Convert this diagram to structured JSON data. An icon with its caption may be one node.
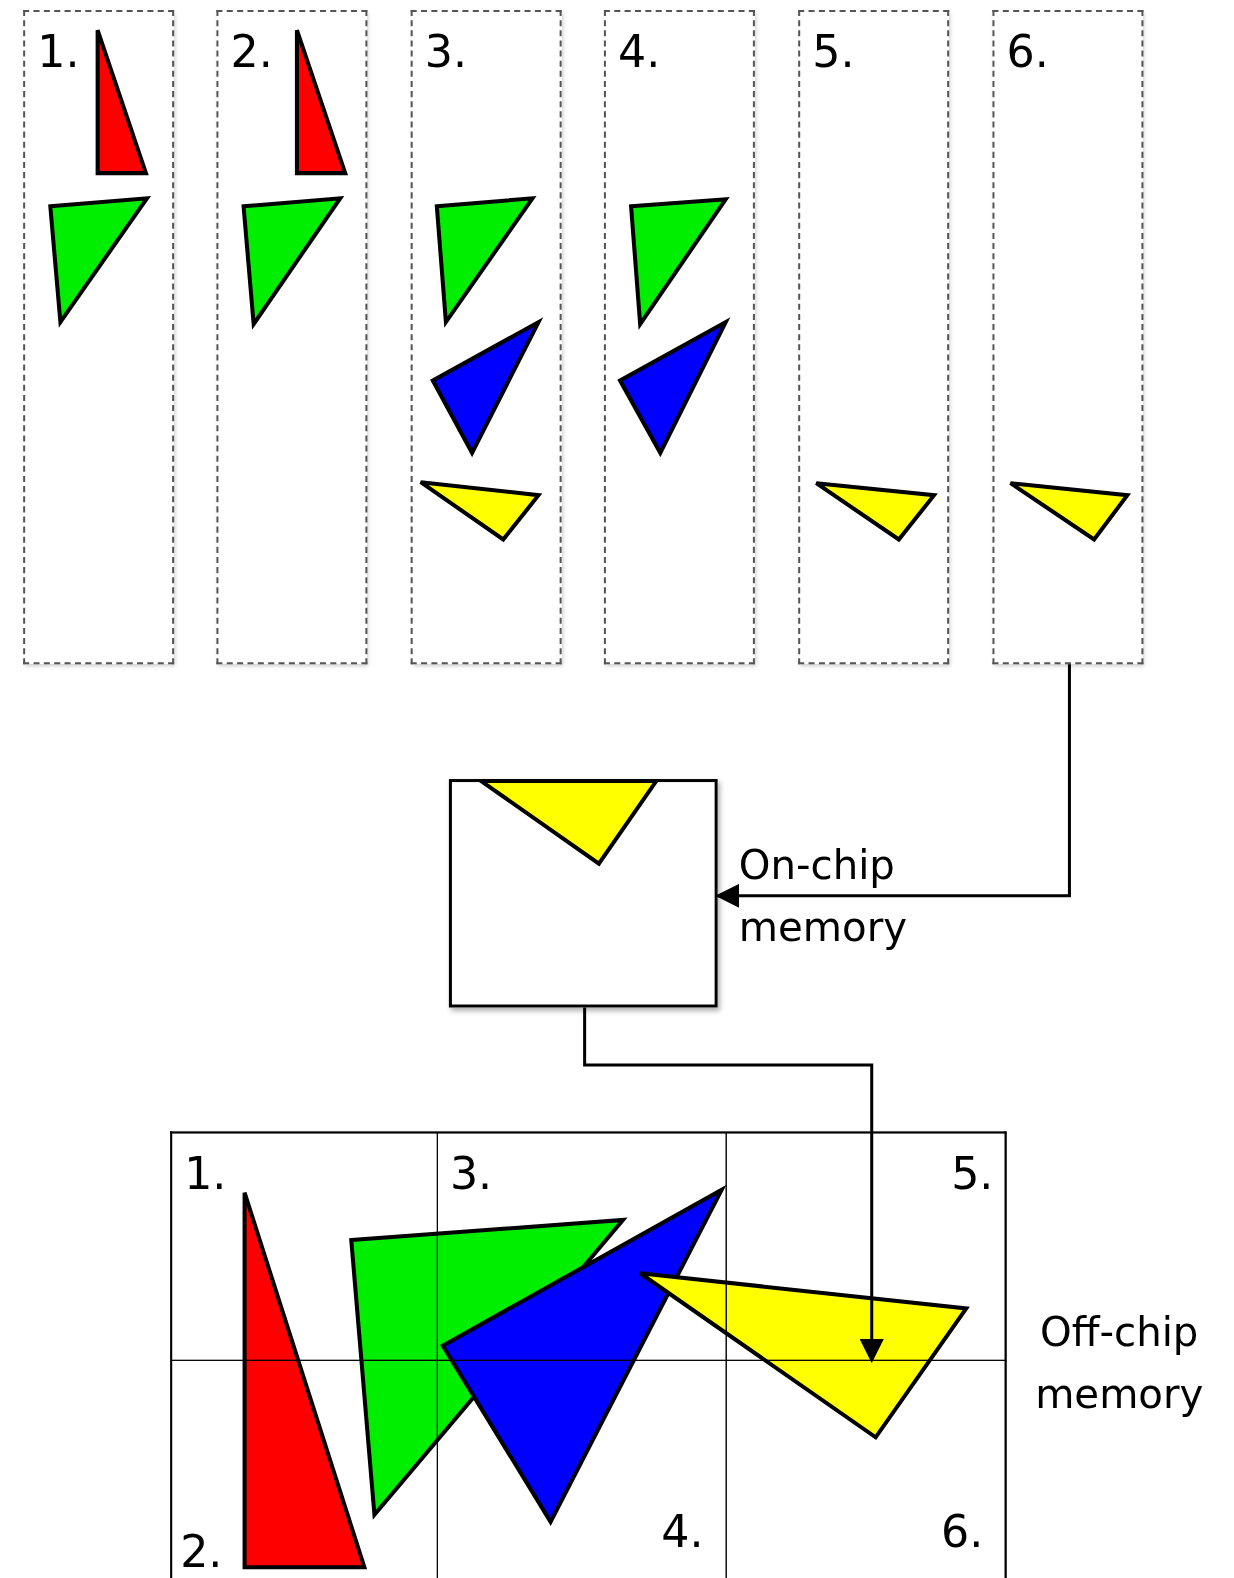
{
  "diagram": {
    "nodes": [
      {
        "text": [
          "1."
        ]
      },
      {
        "text": [
          "2."
        ]
      },
      {
        "text": [
          "3."
        ]
      },
      {
        "text": [
          "4."
        ]
      },
      {
        "text": [
          "5."
        ]
      },
      {
        "text": [
          "6."
        ]
      },
      {
        "text": [],
        "shape": "box",
        "beside": [
          "On-chip memory"
        ]
      },
      {
        "text": [],
        "shape": "box",
        "beside": [
          "Off-chip memory"
        ]
      },
      {
        "text": [
          "1."
        ],
        "in": 7
      },
      {
        "text": [
          "3."
        ],
        "in": 7
      },
      {
        "text": [
          "5."
        ],
        "in": 7
      },
      {
        "text": [
          "2."
        ],
        "in": 7
      },
      {
        "text": [
          "4."
        ],
        "in": 7
      },
      {
        "text": [
          "6."
        ],
        "in": 7
      }
    ],
    "edges": [
      {
        "from": 5,
        "to": 6,
        "arrow": "to"
      },
      {
        "from": 6,
        "to": 10,
        "arrow": "to"
      }
    ]
  }
}
